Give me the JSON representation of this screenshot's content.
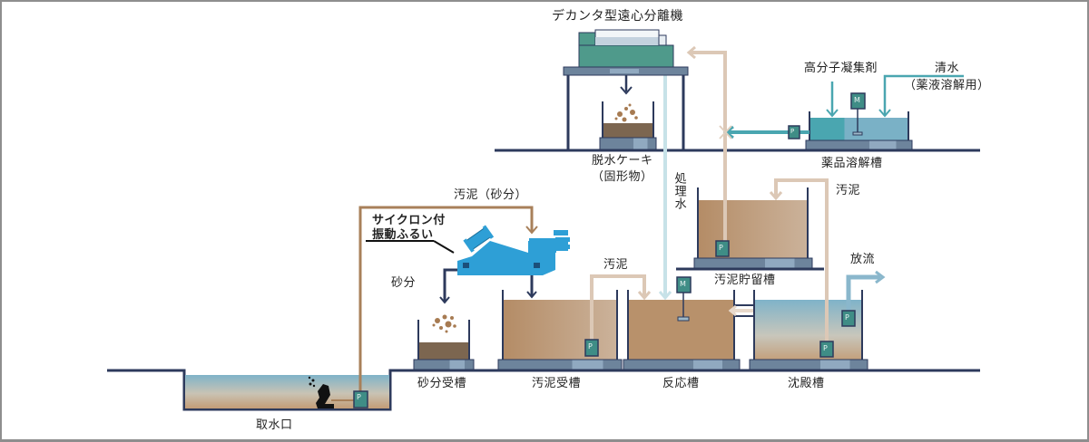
{
  "title": "汚泥処理フロー図",
  "colors": {
    "outline": "#2d3a5c",
    "sludge_pipe": "#a8805a",
    "sludge_light_pipe": "#dcc8b6",
    "chem_pipe": "#4aa6b0",
    "treated_water_pipe": "#c7e2e8",
    "discharge_pipe": "#8ab7cc",
    "cyclone": "#2e9fd6",
    "tank_base": "#6d849c",
    "centrifuge": "#4f9a8b",
    "sludge_fill": "#b8916b",
    "water_top": "#7fb3c9"
  },
  "equipment": {
    "decanter": "デカンタ型遠心分離機",
    "cake": [
      "脱水ケーキ",
      "（固形物）"
    ],
    "chemical_tank": "薬品溶解槽",
    "polymer": "高分子凝集剤",
    "fresh_water": [
      "清水",
      "（薬液溶解用）"
    ],
    "cyclone_screen": [
      "サイクロン付",
      "振動ふるい"
    ],
    "sludge_storage_tank": "汚泥貯留槽",
    "intake": "取水口",
    "sand_tank": "砂分受槽",
    "sludge_receiving_tank": "汚泥受槽",
    "reaction_tank": "反応槽",
    "settling_tank": "沈殿槽"
  },
  "flows": {
    "sludge_sand": "汚泥（砂分）",
    "sand": "砂分",
    "sludge_1": "汚泥",
    "sludge_2": "汚泥",
    "treated_water": "処理水",
    "discharge": "放流"
  },
  "icons": {
    "pump": "P",
    "motor": "M"
  }
}
